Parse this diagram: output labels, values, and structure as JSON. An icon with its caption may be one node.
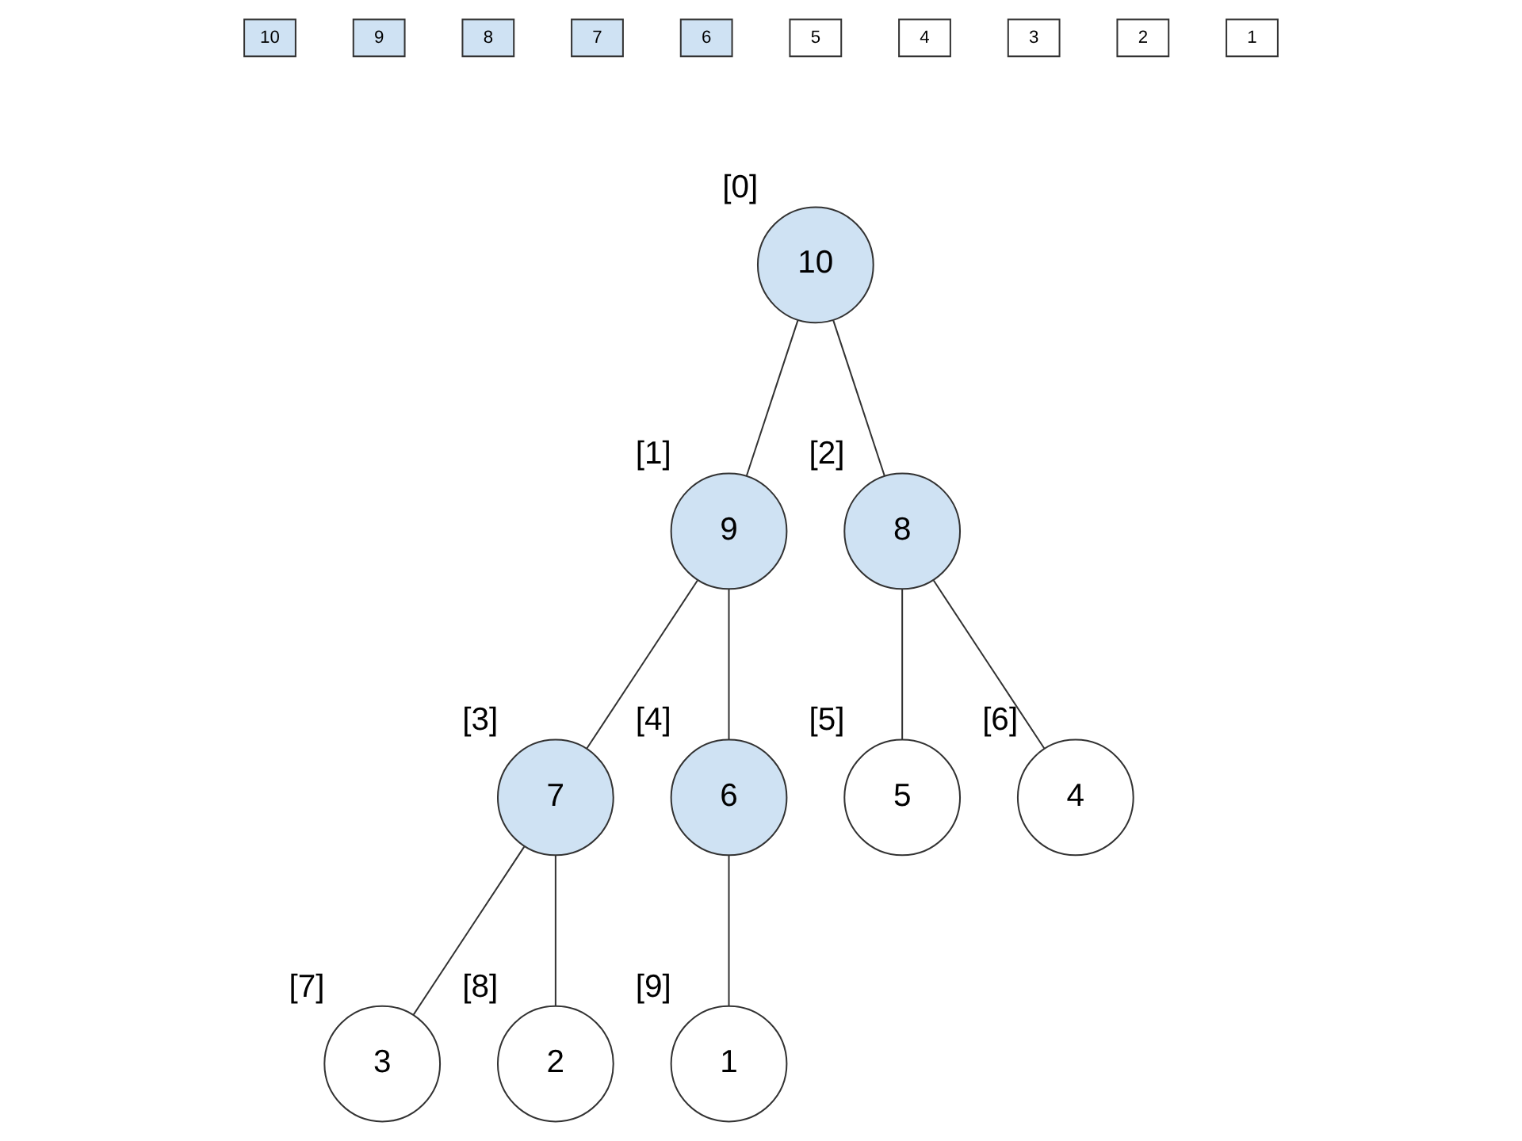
{
  "diagram": {
    "nodes": [
      {
        "text": [
          "10"
        ]
      },
      {
        "text": [
          "9"
        ]
      },
      {
        "text": [
          "8"
        ]
      },
      {
        "text": [
          "7"
        ]
      },
      {
        "text": [
          "6"
        ]
      },
      {
        "text": [
          "5"
        ]
      },
      {
        "text": [
          "4"
        ]
      },
      {
        "text": [
          "3"
        ]
      },
      {
        "text": [
          "2"
        ]
      },
      {
        "text": [
          "1"
        ]
      },
      {
        "text": [
          "10"
        ],
        "beside": [
          "[0]"
        ]
      },
      {
        "text": [
          "9"
        ],
        "beside": [
          "[1]"
        ]
      },
      {
        "text": [
          "8"
        ],
        "beside": [
          "[2]"
        ]
      },
      {
        "text": [
          "7"
        ],
        "beside": [
          "[3]"
        ]
      },
      {
        "text": [
          "6"
        ],
        "beside": [
          "[4]"
        ]
      },
      {
        "text": [
          "5"
        ],
        "beside": [
          "[5]"
        ]
      },
      {
        "text": [
          "4"
        ],
        "beside": [
          "[6]"
        ]
      },
      {
        "text": [
          "3"
        ],
        "beside": [
          "[7]"
        ]
      },
      {
        "text": [
          "2"
        ],
        "beside": [
          "[8]"
        ]
      },
      {
        "text": [
          "1"
        ],
        "beside": [
          "[9]"
        ]
      }
    ],
    "edges": [
      {
        "from": 10,
        "to": 11,
        "arrow": "none"
      },
      {
        "from": 10,
        "to": 12,
        "arrow": "none"
      },
      {
        "from": 11,
        "to": 13,
        "arrow": "none"
      },
      {
        "from": 11,
        "to": 14,
        "arrow": "none"
      },
      {
        "from": 12,
        "to": 15,
        "arrow": "none"
      },
      {
        "from": 12,
        "to": 16,
        "arrow": "none"
      },
      {
        "from": 13,
        "to": 17,
        "arrow": "none"
      },
      {
        "from": 13,
        "to": 18,
        "arrow": "none"
      },
      {
        "from": 14,
        "to": 19,
        "arrow": "none"
      }
    ]
  }
}
